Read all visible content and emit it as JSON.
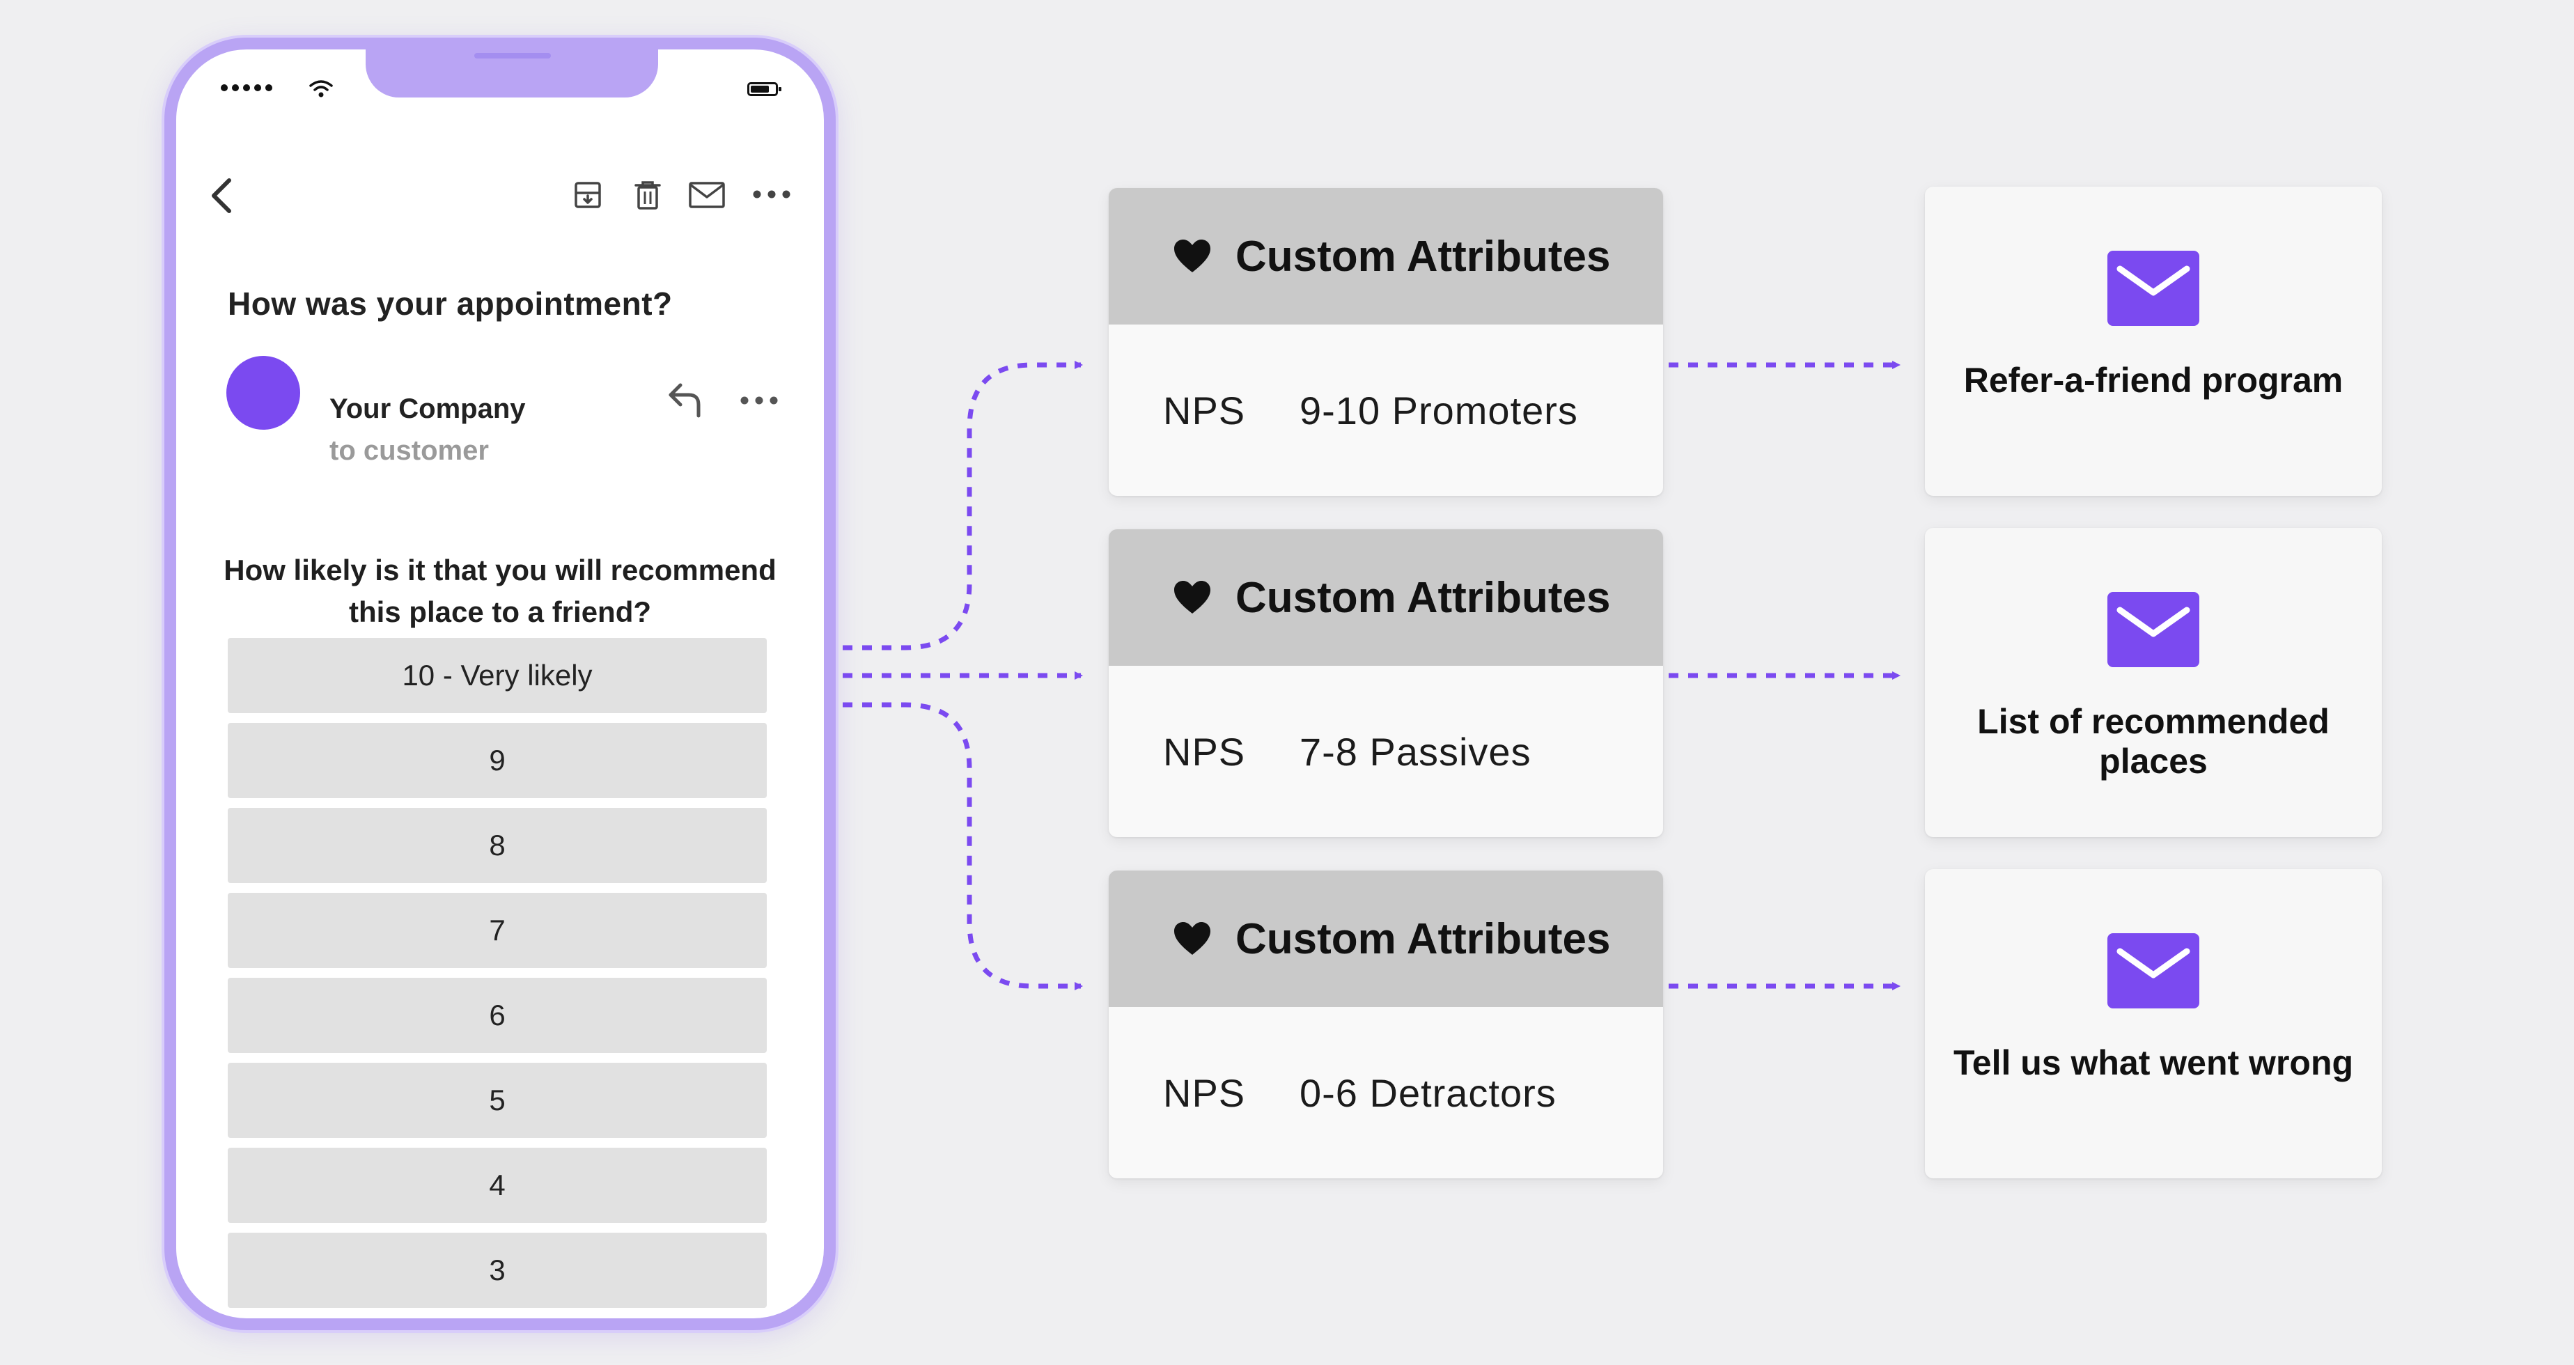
{
  "email": {
    "subject": "How was your appointment?",
    "sender": "Your Company",
    "recipient": "to customer",
    "question": "How likely is it that you will recommend this place to a friend?",
    "options": [
      "10 - Very likely",
      "9",
      "8",
      "7",
      "6",
      "5",
      "4",
      "3"
    ]
  },
  "segments": [
    {
      "title": "Custom Attributes",
      "key": "NPS",
      "value": "9-10 Promoters",
      "outcome": "Refer-a-friend program"
    },
    {
      "title": "Custom Attributes",
      "key": "NPS",
      "value": "7-8 Passives",
      "outcome": "List of recommended places"
    },
    {
      "title": "Custom Attributes",
      "key": "NPS",
      "value": "0-6 Detractors",
      "outcome": "Tell us what went wrong"
    }
  ],
  "colors": {
    "accent": "#7b4af0",
    "phone_frame": "#b9a4f4",
    "attr_header": "#c9c9c9",
    "option_bg": "#e1e1e1",
    "background": "#efeff1"
  },
  "icons": [
    "back-icon",
    "archive-icon",
    "trash-icon",
    "mail-icon",
    "more-icon",
    "reply-icon",
    "heart-icon",
    "envelope-icon"
  ]
}
